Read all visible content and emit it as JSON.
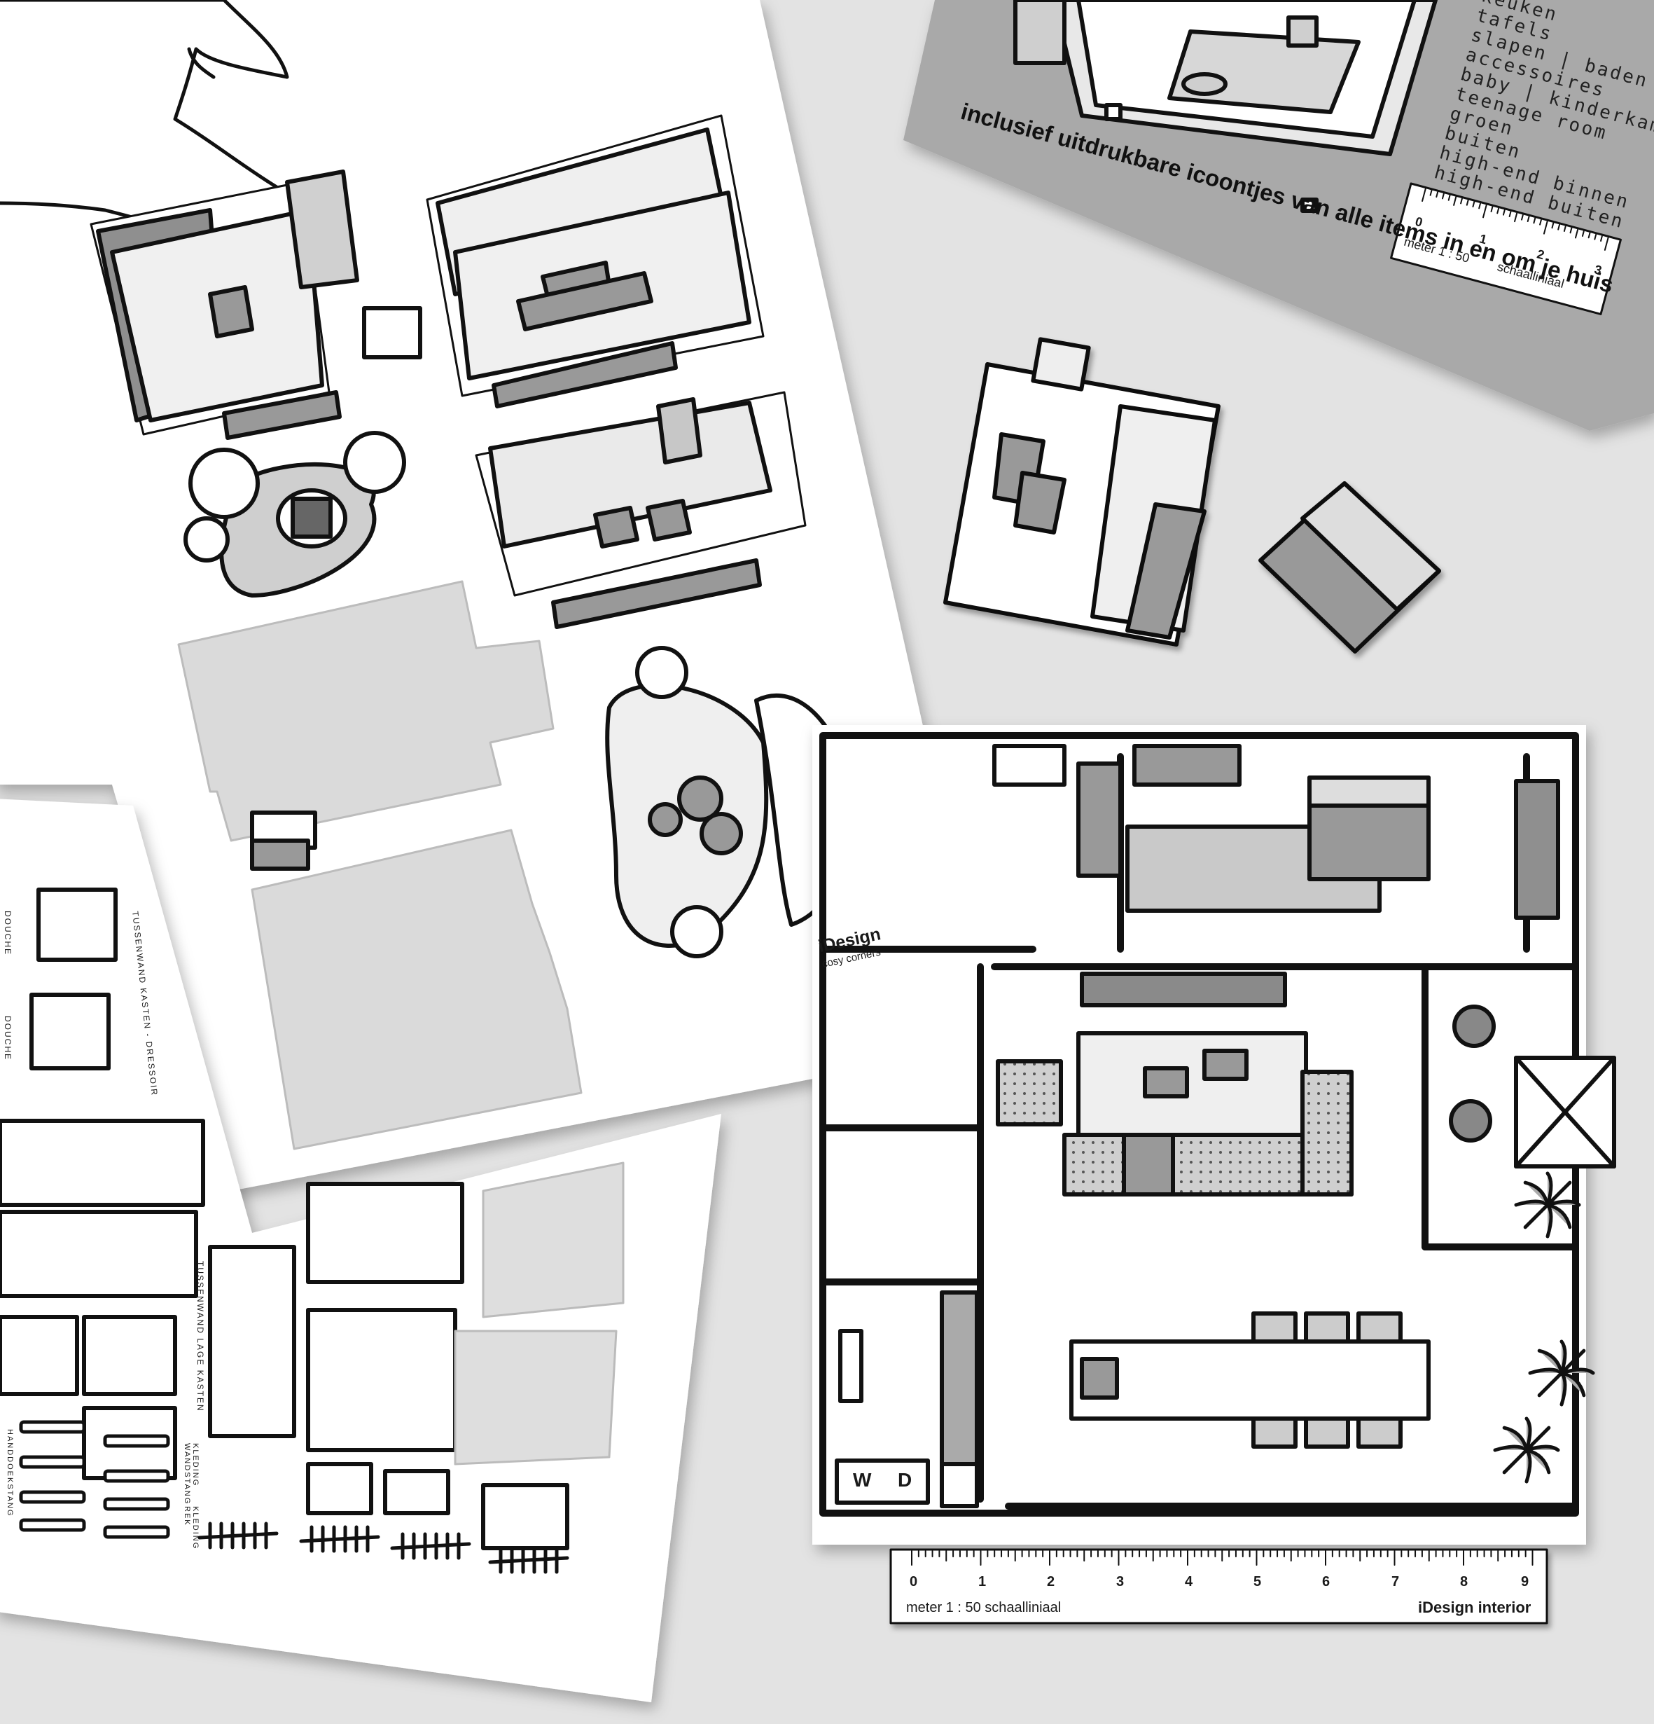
{
  "booklet": {
    "categories": [
      "keuken",
      "tafels",
      "slapen | baden",
      "accessoires",
      "baby | kinderkamer",
      "teenage room",
      "groen",
      "buiten",
      "high-end binnen",
      "high-end buiten"
    ],
    "tagline": "inclusief uitdrukbare icoontjes van alle items in en om je huis",
    "ruler": {
      "ticks": [
        "0",
        "1",
        "2",
        "3"
      ],
      "caption_left": "meter 1 : 50",
      "caption_right": "schaalliniaal"
    }
  },
  "cosy_sheet": {
    "brand": "iDesign",
    "subtitle": "cosy corners"
  },
  "bath_sheet": {
    "label_douche": "DOUCHE",
    "label_douche_2": "DOUCHE",
    "label_tussenwand_dressoir": "TUSSENWAND KASTEN - DRESSOIR",
    "label_tussenwand_lage": "TUSSENWAND LAGE KASTEN",
    "label_handdoekstang": "HANDDOEKSTANG",
    "label_kleding_wandstang": "KLEDING WANDSTANG",
    "label_kleding_rek": "KLEDING REK"
  },
  "floorplan": {
    "laundry_w": "W",
    "laundry_d": "D"
  },
  "main_ruler": {
    "ticks": [
      "0",
      "1",
      "2",
      "3",
      "4",
      "5",
      "6",
      "7",
      "8",
      "9"
    ],
    "caption_left": "meter 1 : 50  schaalliniaal",
    "brand": "iDesign interior"
  },
  "colors": {
    "background": "#e3e3e3",
    "paper": "#ffffff",
    "booklet": "#a9a9a9",
    "ink": "#111111",
    "fill_mid": "#9a9a9a",
    "fill_light": "#cfcfcf"
  }
}
